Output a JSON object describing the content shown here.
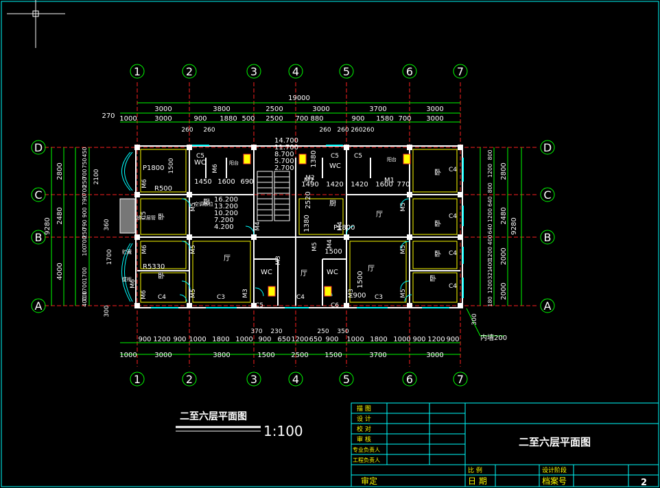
{
  "drawing": {
    "title": "二至六层平面图",
    "scale": "1:100",
    "grid_columns": [
      "1",
      "2",
      "3",
      "4",
      "5",
      "6",
      "7"
    ],
    "grid_rows": [
      "D",
      "C",
      "B",
      "A"
    ],
    "top_dims": {
      "overall": "19000",
      "row1": [
        "3000",
        "3800",
        "2500",
        "3000",
        "3700",
        "3000"
      ],
      "row2": [
        "1000",
        "3000",
        "900",
        "1880",
        "500",
        "2500",
        "700",
        "880",
        "900",
        "1580",
        "700",
        "3000"
      ],
      "edge": "270",
      "small": [
        "260",
        "260",
        "260",
        "260",
        "260",
        "260"
      ]
    },
    "bottom_dims": {
      "row1": [
        "900",
        "1200",
        "900",
        "1000",
        "1800",
        "1000",
        "900",
        "650",
        "1200",
        "650",
        "900",
        "1000",
        "1800",
        "1000",
        "900",
        "1200",
        "900"
      ],
      "row2": [
        "1000",
        "3000",
        "3800",
        "1500",
        "2500",
        "1500",
        "3700",
        "3000"
      ],
      "small": [
        "370",
        "230",
        "250",
        "350"
      ]
    },
    "left_dims": {
      "overall": "9280",
      "outer": [
        "2800",
        "2480",
        "4000"
      ],
      "inner": [
        "450",
        "750",
        "700",
        "250",
        "700",
        "790",
        "900",
        "790",
        "250",
        "700",
        "100",
        "1700",
        "1700",
        "700",
        "400"
      ],
      "side": [
        "2100",
        "360",
        "300",
        "1500",
        "1700"
      ]
    },
    "right_dims": {
      "overall": "9280",
      "outer": [
        "2800",
        "2480",
        "2000",
        "2000"
      ],
      "inner": [
        "800",
        "1200",
        "800",
        "640",
        "1200",
        "640",
        "400",
        "1200",
        "400",
        "321",
        "1200",
        "180"
      ],
      "side": [
        "300"
      ]
    },
    "room_labels": [
      "P1800",
      "R500",
      "R5330",
      "P1800",
      "WC",
      "WC",
      "WC",
      "WC",
      "M1",
      "M2",
      "厅",
      "厅",
      "厅",
      "厅",
      "卧",
      "卧",
      "卧",
      "卧",
      "卧",
      "卧",
      "厨",
      "厨",
      "阳台",
      "阳台",
      "空调板位",
      "放二层管",
      "贮藏",
      "壁柜"
    ],
    "door_window_tags": [
      "M6",
      "M6",
      "M6",
      "M6",
      "M6",
      "M5",
      "M5",
      "M5",
      "M5",
      "M5",
      "M5",
      "M5",
      "M4",
      "M4",
      "M4",
      "M3",
      "M3",
      "M3",
      "C5",
      "C5",
      "C5",
      "C5",
      "C5",
      "C4",
      "C4",
      "C4",
      "C4",
      "C4",
      "C4",
      "C3",
      "C3",
      "C6",
      "M2"
    ],
    "stair_elevations": [
      "14.700",
      "11.700",
      "8.700",
      "5.700",
      "2.700",
      "16.200",
      "13.200",
      "10.200",
      "7.200",
      "4.200"
    ],
    "interior_dims": [
      "1450",
      "1600",
      "690",
      "1490",
      "1420",
      "1420",
      "1600",
      "770",
      "1500",
      "1500",
      "1380",
      "1380",
      "2520",
      "900"
    ],
    "annotation": "内墙200"
  },
  "title_block": {
    "left_labels": [
      "描 图",
      "设 计",
      "校 对",
      "审 核",
      "专业负责人",
      "工程负责人"
    ],
    "approve": "审定",
    "date": "日 期",
    "scale_label": "比 例",
    "phase_label": "设计阶段",
    "archive_label": "档案号",
    "drawing_name": "二至六层平面图",
    "sheet_number": "2"
  },
  "colors": {
    "background": "#000000",
    "grid_line": "#ff0000",
    "walls": "#ffffff",
    "dims": "#00ff00",
    "windows": "#00ffff",
    "labels": "#ffff00",
    "frame": "#00ffff"
  }
}
